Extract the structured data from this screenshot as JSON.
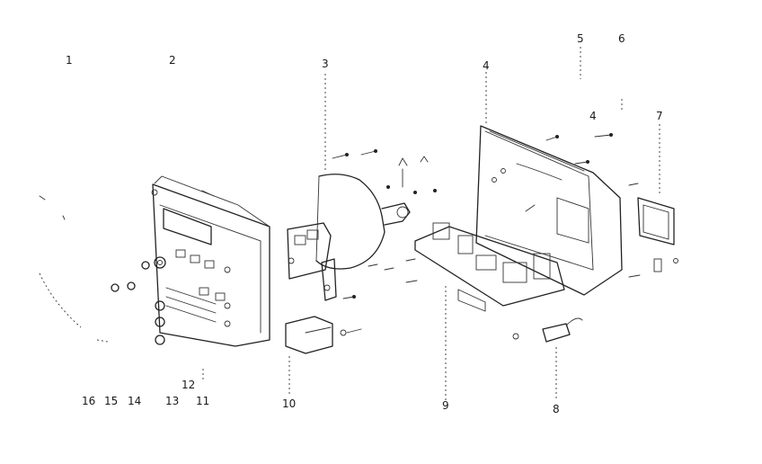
{
  "diagram": {
    "callouts": [
      {
        "id": "1",
        "label": "1"
      },
      {
        "id": "2",
        "label": "2"
      },
      {
        "id": "3",
        "label": "3"
      },
      {
        "id": "4",
        "label": "4"
      },
      {
        "id": "4b",
        "label": "4"
      },
      {
        "id": "5",
        "label": "5"
      },
      {
        "id": "6",
        "label": "6"
      },
      {
        "id": "7",
        "label": "7"
      },
      {
        "id": "8",
        "label": "8"
      },
      {
        "id": "9",
        "label": "9"
      },
      {
        "id": "10",
        "label": "10"
      },
      {
        "id": "11",
        "label": "11"
      },
      {
        "id": "12",
        "label": "12"
      },
      {
        "id": "13",
        "label": "13"
      },
      {
        "id": "14",
        "label": "14"
      },
      {
        "id": "15",
        "label": "15"
      },
      {
        "id": "16",
        "label": "16"
      }
    ]
  }
}
